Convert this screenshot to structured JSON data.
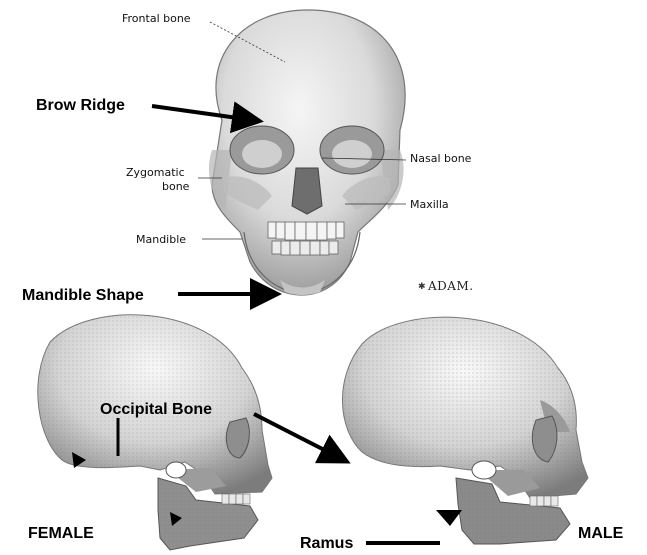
{
  "anatomy_labels": {
    "frontal_bone": "Frontal bone",
    "zygomatic_line1": "Zygomatic",
    "zygomatic_line2": "bone",
    "mandible": "Mandible",
    "nasal_bone": "Nasal bone",
    "maxilla": "Maxilla"
  },
  "callouts": {
    "brow_ridge": "Brow Ridge",
    "mandible_shape": "Mandible Shape",
    "occipital_bone": "Occipital Bone",
    "ramus": "Ramus",
    "female": "FEMALE",
    "male": "MALE"
  },
  "logo_text": "ADAM.",
  "colors": {
    "bone_light": "#eeeeee",
    "bone_mid": "#c9c9c9",
    "bone_dark": "#8a8a8a",
    "arrow": "#000000"
  }
}
